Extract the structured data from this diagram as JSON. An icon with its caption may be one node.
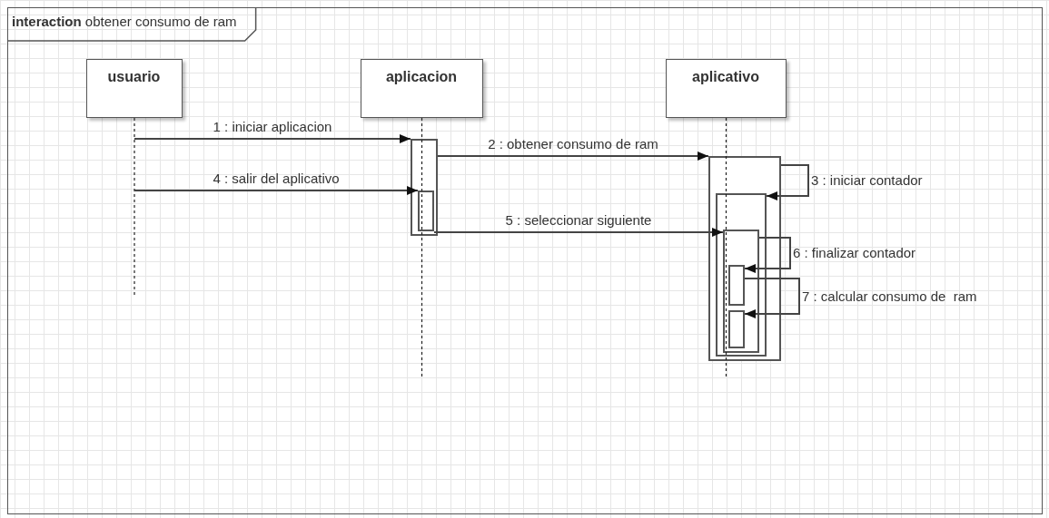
{
  "diagram": {
    "nodes": [
      {
        "text": [
          "**interaction** obtener consumo de ram"
        ]
      },
      {
        "text": [
          "usuario"
        ],
        "in": 0
      },
      {
        "text": [
          "aplicacion"
        ],
        "in": 0
      },
      {
        "text": [
          "aplicativo"
        ],
        "in": 0
      },
      {
        "text": [],
        "shape": "bar",
        "in": 0
      },
      {
        "text": [],
        "shape": "bar",
        "in": 4
      },
      {
        "text": [],
        "shape": "bar",
        "in": 0
      },
      {
        "text": [],
        "shape": "bar",
        "in": 6
      },
      {
        "text": [],
        "shape": "bar",
        "in": 7
      },
      {
        "text": [],
        "shape": "bar",
        "in": 8
      },
      {
        "text": [],
        "shape": "bar",
        "in": 8
      }
    ],
    "edges": [
      {
        "from": 1,
        "to": 4,
        "arrow": "to",
        "label": "1 : iniciar aplicacion"
      },
      {
        "from": 4,
        "to": 6,
        "arrow": "to",
        "label": "2 : obtener consumo de ram"
      },
      {
        "from": 6,
        "to": 7,
        "arrow": "to",
        "label": "3 : iniciar contador"
      },
      {
        "from": 1,
        "to": 5,
        "arrow": "to",
        "label": "4 : salir del aplicativo"
      },
      {
        "from": 5,
        "to": 8,
        "arrow": "to",
        "label": "5 : seleccionar siguiente"
      },
      {
        "from": 8,
        "to": 9,
        "arrow": "to",
        "label": "6 : finalizar contador"
      },
      {
        "from": 9,
        "to": 10,
        "arrow": "to",
        "label": "7 : calcular consumo de  ram"
      }
    ]
  }
}
